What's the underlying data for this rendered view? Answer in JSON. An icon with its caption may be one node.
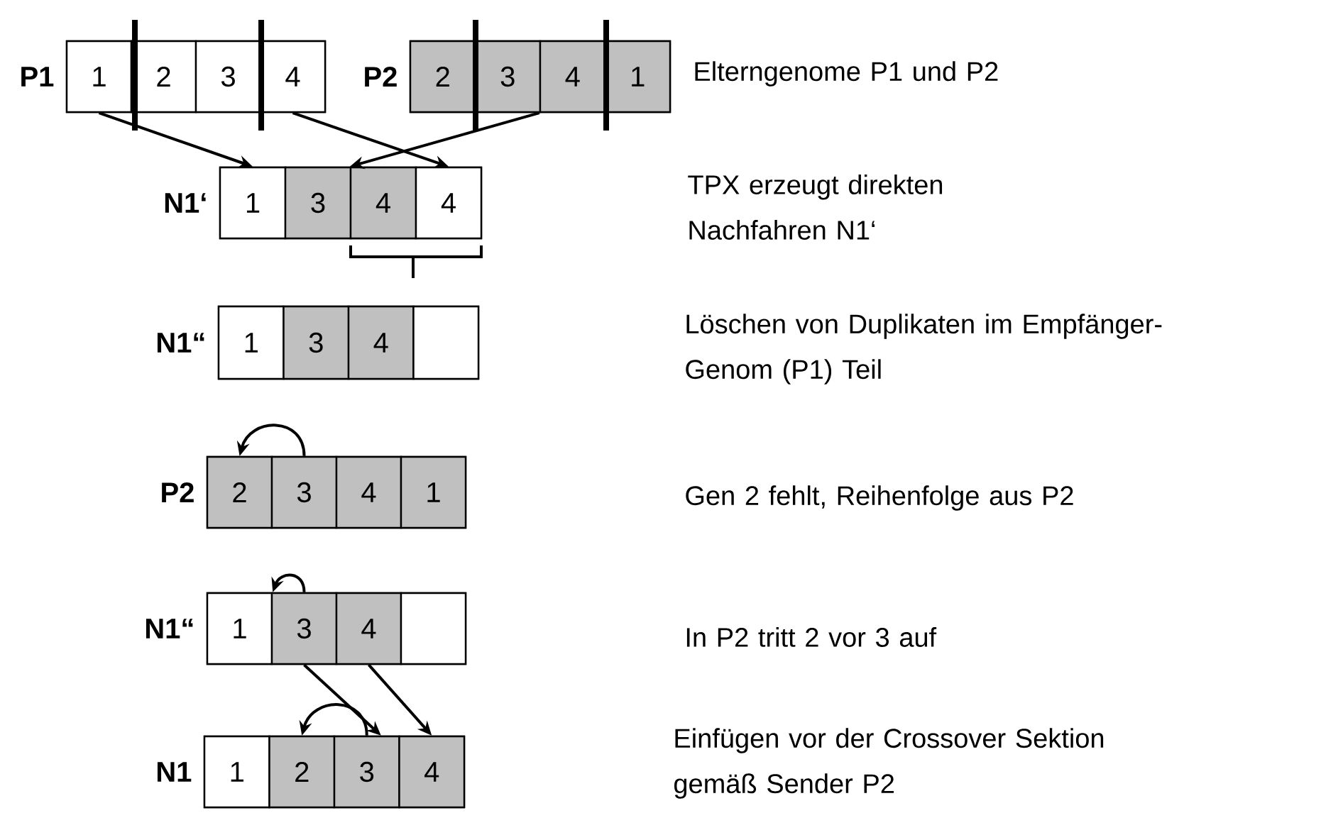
{
  "diagram": {
    "nodes": [
      {
        "text": [
          "P1"
        ]
      },
      {
        "text": [
          "1"
        ],
        "in": 0
      },
      {
        "text": [
          "2"
        ],
        "in": 0
      },
      {
        "text": [
          "3"
        ],
        "in": 0
      },
      {
        "text": [
          "4"
        ],
        "in": 0
      },
      {
        "text": [
          "P2"
        ]
      },
      {
        "text": [
          "2"
        ],
        "in": 5
      },
      {
        "text": [
          "3"
        ],
        "in": 5
      },
      {
        "text": [
          "4"
        ],
        "in": 5
      },
      {
        "text": [
          "1"
        ],
        "in": 5
      },
      {
        "text": [
          "N1‘"
        ]
      },
      {
        "text": [
          "1"
        ],
        "in": 10
      },
      {
        "text": [
          "3"
        ],
        "in": 10
      },
      {
        "text": [
          "4"
        ],
        "in": 10
      },
      {
        "text": [
          "4"
        ],
        "in": 10
      },
      {
        "text": [
          "N1“"
        ]
      },
      {
        "text": [
          "1"
        ],
        "in": 15
      },
      {
        "text": [
          "3"
        ],
        "in": 15
      },
      {
        "text": [
          "4"
        ],
        "in": 15
      },
      {
        "text": [],
        "shape": "box",
        "in": 15
      },
      {
        "text": [
          "P2"
        ]
      },
      {
        "text": [
          "2"
        ],
        "in": 20
      },
      {
        "text": [
          "3"
        ],
        "in": 20
      },
      {
        "text": [
          "4"
        ],
        "in": 20
      },
      {
        "text": [
          "1"
        ],
        "in": 20
      },
      {
        "text": [
          "N1“"
        ]
      },
      {
        "text": [
          "1"
        ],
        "in": 25
      },
      {
        "text": [
          "3"
        ],
        "in": 25
      },
      {
        "text": [
          "4"
        ],
        "in": 25
      },
      {
        "text": [],
        "shape": "box",
        "in": 25
      },
      {
        "text": [
          "N1"
        ]
      },
      {
        "text": [
          "1"
        ],
        "in": 30
      },
      {
        "text": [
          "2"
        ],
        "in": 30
      },
      {
        "text": [
          "3"
        ],
        "in": 30
      },
      {
        "text": [
          "4"
        ],
        "in": 30
      }
    ],
    "edges": [
      {
        "from": 1,
        "to": 11,
        "arrow": "to"
      },
      {
        "from": 4,
        "to": 14,
        "arrow": "to"
      },
      {
        "from": 8,
        "to": 13,
        "arrow": "to"
      },
      {
        "from": 22,
        "to": 21,
        "arrow": "to"
      },
      {
        "from": 27,
        "to": 26,
        "arrow": "to"
      },
      {
        "from": 27,
        "to": 33,
        "arrow": "to"
      },
      {
        "from": 28,
        "to": 34,
        "arrow": "to"
      },
      {
        "from": 33,
        "to": 32,
        "arrow": "to"
      }
    ],
    "labels": [
      "Elterngenome P1 und P2",
      "TPX erzeugt direkten Nachfahren N1‘",
      "Löschen von Duplikaten im Empfänger-Genom (P1) Teil",
      "Gen 2  fehlt, Reihenfolge aus P2",
      "In P2 tritt 2 vor 3 auf",
      "Einfügen vor der Crossover Sektion gemäß Sender P2"
    ]
  }
}
